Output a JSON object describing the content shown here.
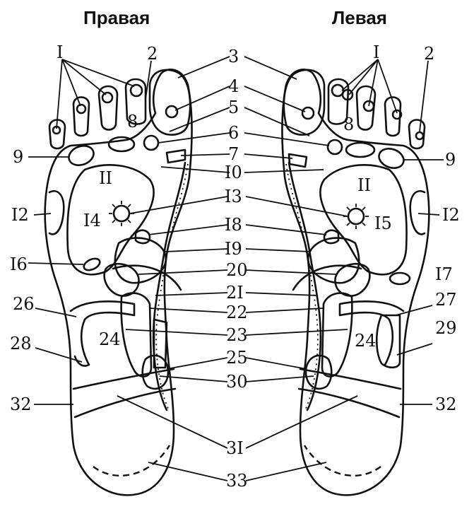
{
  "titles": {
    "right_foot": "Правая",
    "left_foot": "Левая"
  },
  "labels": {
    "l1_right": "I",
    "l2_right": "2",
    "l3": "3",
    "l4": "4",
    "l5": "5",
    "l6": "6",
    "l7": "7",
    "l8_right": "8",
    "l9_right": "9",
    "l10": "I0",
    "l11_right": "II",
    "l12_right": "I2",
    "l13": "I3",
    "l14": "I4",
    "l16": "I6",
    "l18": "I8",
    "l19": "I9",
    "l20": "20",
    "l21": "2I",
    "l22": "22",
    "l23": "23",
    "l24_right": "24",
    "l25": "25",
    "l26": "26",
    "l28": "28",
    "l30": "30",
    "l31": "3I",
    "l32_right": "32",
    "l33": "33",
    "l1_left": "I",
    "l2_left": "2",
    "l8_left": "8",
    "l9_left": "9",
    "l11_left": "II",
    "l12_left": "I2",
    "l15": "I5",
    "l17": "I7",
    "l24_left": "24",
    "l27": "27",
    "l29": "29",
    "l32_left": "32"
  }
}
